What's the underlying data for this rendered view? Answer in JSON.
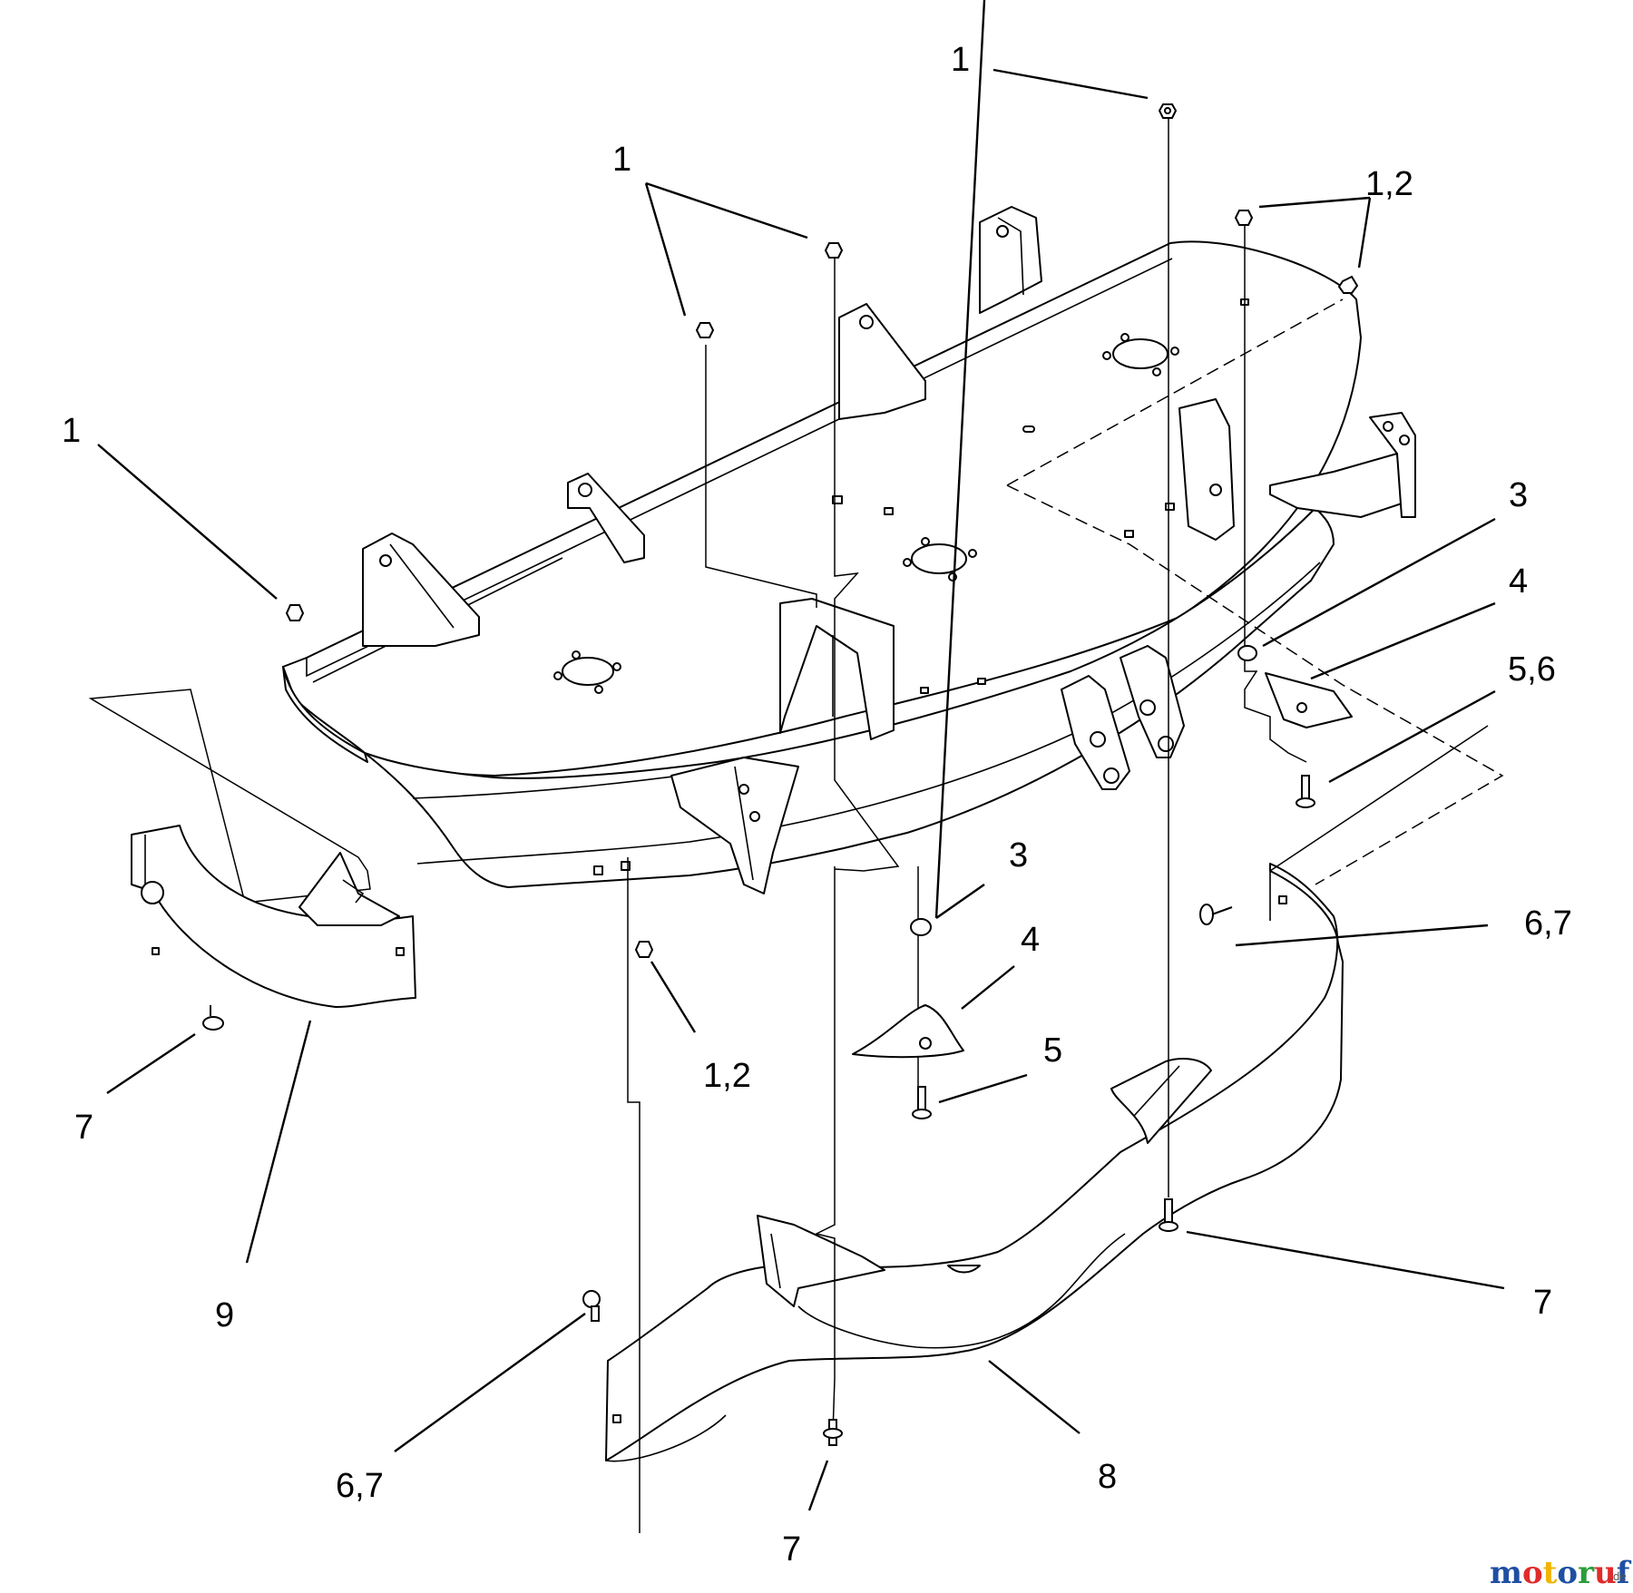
{
  "callouts": [
    {
      "id": "c1",
      "text": "1"
    },
    {
      "id": "c2",
      "text": "1"
    },
    {
      "id": "c3",
      "text": "1,2"
    },
    {
      "id": "c4",
      "text": "1"
    },
    {
      "id": "c5",
      "text": "3"
    },
    {
      "id": "c6",
      "text": "4"
    },
    {
      "id": "c7",
      "text": "5,6"
    },
    {
      "id": "c8",
      "text": "3"
    },
    {
      "id": "c9",
      "text": "4"
    },
    {
      "id": "c10",
      "text": "6,7"
    },
    {
      "id": "c11",
      "text": "5"
    },
    {
      "id": "c12",
      "text": "1,2"
    },
    {
      "id": "c13",
      "text": "7"
    },
    {
      "id": "c14",
      "text": "9"
    },
    {
      "id": "c15",
      "text": "7"
    },
    {
      "id": "c16",
      "text": "6,7"
    },
    {
      "id": "c17",
      "text": "7"
    },
    {
      "id": "c18",
      "text": "8"
    }
  ],
  "watermark": {
    "letters": [
      "m",
      "o",
      "t",
      "o",
      "r",
      "u",
      "f"
    ],
    "colors": [
      "#1f4fa3",
      "#e02b2b",
      "#f2b400",
      "#1f4fa3",
      "#2a9d3a",
      "#e02b2b",
      "#1f4fa3"
    ],
    "suffix": ".de"
  }
}
